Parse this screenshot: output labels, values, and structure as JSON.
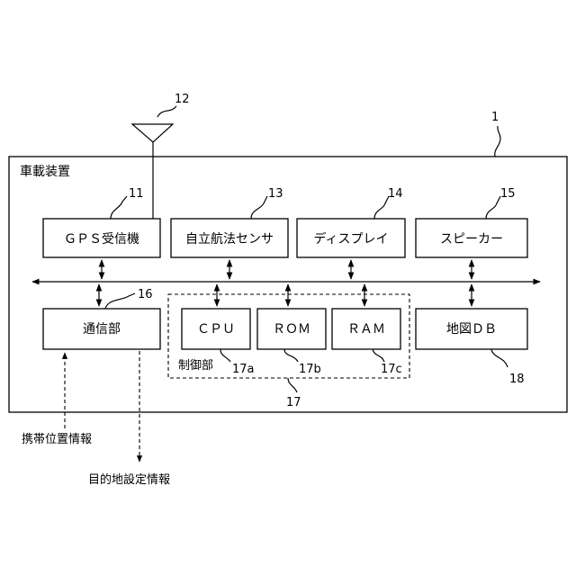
{
  "device": {
    "label": "車載装置",
    "ref": "1"
  },
  "antenna": {
    "ref": "12"
  },
  "blocks": {
    "gps": {
      "label": "ＧＰＳ受信機",
      "ref": "11"
    },
    "sensor": {
      "label": "自立航法センサ",
      "ref": "13"
    },
    "display": {
      "label": "ディスプレイ",
      "ref": "14"
    },
    "speaker": {
      "label": "スピーカー",
      "ref": "15"
    },
    "comm": {
      "label": "通信部",
      "ref": "16"
    },
    "cpu": {
      "label": "ＣＰＵ",
      "ref": "17a"
    },
    "rom": {
      "label": "ＲＯＭ",
      "ref": "17b"
    },
    "ram": {
      "label": "ＲＡＭ",
      "ref": "17c"
    },
    "mapdb": {
      "label": "地図ＤＢ",
      "ref": "18"
    }
  },
  "control_unit": {
    "label": "制御部",
    "ref": "17"
  },
  "external": {
    "in_label": "携帯位置情報",
    "out_label": "目的地設定情報"
  }
}
